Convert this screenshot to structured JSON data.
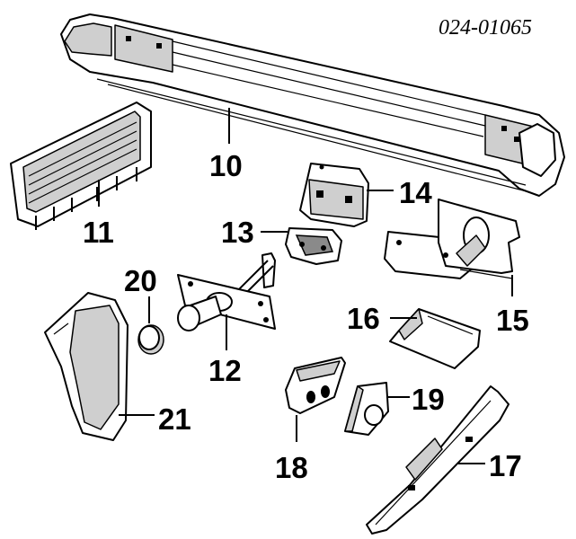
{
  "catalog_number": "024-01065",
  "callouts": {
    "c10": "10",
    "c11": "11",
    "c12": "12",
    "c13": "13",
    "c14": "14",
    "c15": "15",
    "c16": "16",
    "c17": "17",
    "c18": "18",
    "c19": "19",
    "c20": "20",
    "c21": "21"
  }
}
